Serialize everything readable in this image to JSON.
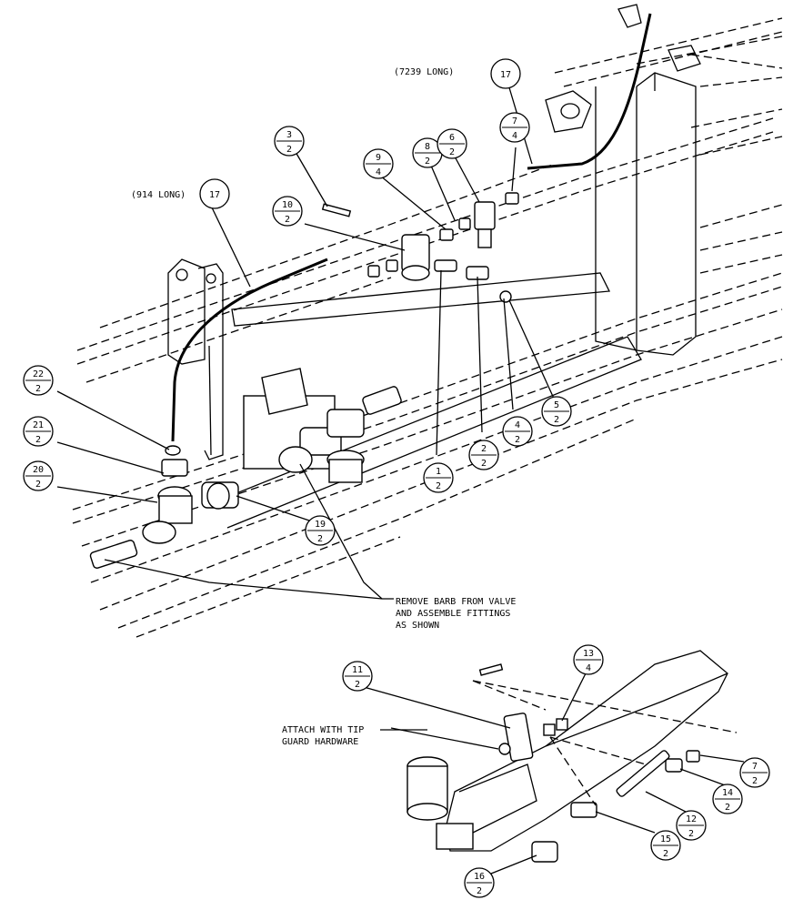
{
  "balloons": [
    {
      "id": "b3",
      "num": "3",
      "qty": "2"
    },
    {
      "id": "b9",
      "num": "9",
      "qty": "4"
    },
    {
      "id": "b8",
      "num": "8",
      "qty": "2"
    },
    {
      "id": "b6",
      "num": "6",
      "qty": "2"
    },
    {
      "id": "b7top",
      "num": "7",
      "qty": "4"
    },
    {
      "id": "b17top",
      "num": "17",
      "qty": ""
    },
    {
      "id": "b17left",
      "num": "17",
      "qty": ""
    },
    {
      "id": "b10",
      "num": "10",
      "qty": "2"
    },
    {
      "id": "b22",
      "num": "22",
      "qty": "2"
    },
    {
      "id": "b21",
      "num": "21",
      "qty": "2"
    },
    {
      "id": "b20",
      "num": "20",
      "qty": "2"
    },
    {
      "id": "b19",
      "num": "19",
      "qty": "2"
    },
    {
      "id": "b1",
      "num": "1",
      "qty": "2"
    },
    {
      "id": "b2",
      "num": "2",
      "qty": "2"
    },
    {
      "id": "b4",
      "num": "4",
      "qty": "2"
    },
    {
      "id": "b5",
      "num": "5",
      "qty": "2"
    },
    {
      "id": "b11",
      "num": "11",
      "qty": "2"
    },
    {
      "id": "b13",
      "num": "13",
      "qty": "4"
    },
    {
      "id": "b7bot",
      "num": "7",
      "qty": "2"
    },
    {
      "id": "b14",
      "num": "14",
      "qty": "2"
    },
    {
      "id": "b12",
      "num": "12",
      "qty": "2"
    },
    {
      "id": "b15",
      "num": "15",
      "qty": "2"
    },
    {
      "id": "b16",
      "num": "16",
      "qty": "2"
    }
  ],
  "notes": {
    "hose_long_top": "(7239 LONG)",
    "hose_long_left": "(914 LONG)",
    "remove_barb": [
      "REMOVE BARB FROM VALVE",
      "AND ASSEMBLE FITTINGS",
      "AS SHOWN"
    ],
    "attach": [
      "ATTACH WITH TIP",
      "GUARD HARDWARE"
    ]
  }
}
